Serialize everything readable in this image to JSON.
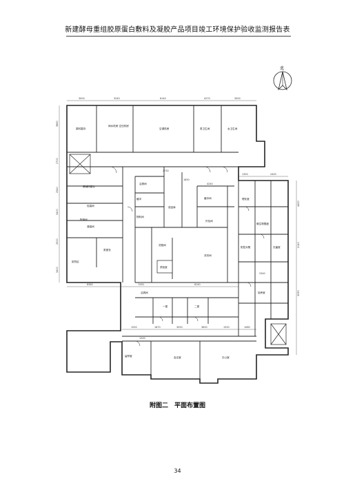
{
  "header": {
    "title": "新建酵母重组胶原蛋白敷料及凝胶产品项目竣工环境保护验收监测报告表"
  },
  "north": {
    "label": "北"
  },
  "caption": "附图二　平面布置图",
  "page_number": "34",
  "rooms": {
    "r1": "原料暂存",
    "r2": "阀水机房\n空压机房",
    "r3": "空调机房",
    "r4": "男卫生间",
    "r5": "女卫生间",
    "r6": "原辅料暂存",
    "r7": "包装间",
    "r8": "配液间",
    "r9": "灌装间",
    "r10": "男更衣",
    "r11": "成品库",
    "r12": "洁具间",
    "r13": "缓冲",
    "r14": "一更",
    "r15": "二更",
    "r16": "质检室",
    "r17": "洗衣间",
    "r18": "会议室",
    "r19": "办公室",
    "r20": "卸货区",
    "r21": "理化室",
    "r22": "微生物限度",
    "r23": "阳性对照",
    "r24": "无菌室",
    "r25": "培养室",
    "r26": "留样室",
    "r27": "缓冲间",
    "r28": "外包间",
    "r29": "物料间",
    "r30": "洗瓶间"
  },
  "dims": {
    "d1": "3000",
    "d2": "3240",
    "d3": "6140",
    "d4": "4270",
    "d5": "3500",
    "d6": "2700",
    "d7": "2730",
    "d8": "1850",
    "d9": "4240",
    "d10": "1350",
    "d11": "2400",
    "d12": "8380",
    "d13": "7430",
    "d14": "8140",
    "d15": "1550",
    "d16": "1870",
    "d17": "3050",
    "d18": "3650",
    "d19": "1550",
    "d20": "1080",
    "d21": "3680",
    "d22": "2540",
    "d23": "3400",
    "d24": "2500",
    "d25": "3400",
    "d26": "4420",
    "d27": "2140",
    "d28": "3090",
    "d29": "1200",
    "d30": "2340"
  }
}
